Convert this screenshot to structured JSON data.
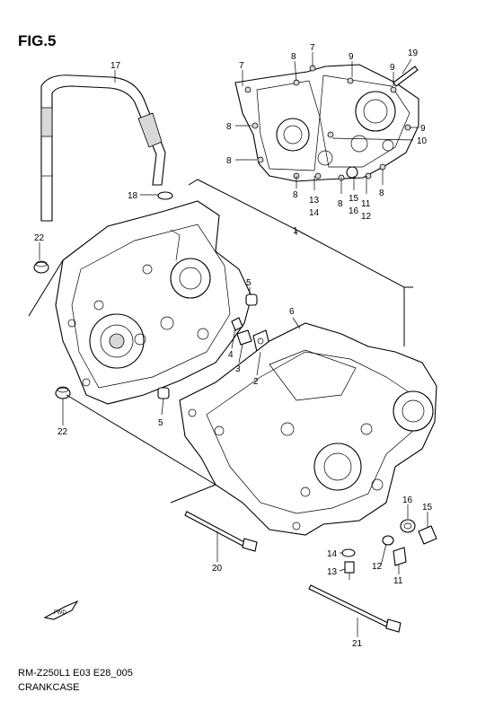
{
  "figure": {
    "title": "FIG.5",
    "code": "RM-Z250L1 E03 E28_005",
    "name": "CRANKCASE"
  },
  "callouts": [
    {
      "id": "c17",
      "label": "17"
    },
    {
      "id": "c7a",
      "label": "7"
    },
    {
      "id": "c8a",
      "label": "8"
    },
    {
      "id": "c7b",
      "label": "7"
    },
    {
      "id": "c9a",
      "label": "9"
    },
    {
      "id": "c19",
      "label": "19"
    },
    {
      "id": "c9b",
      "label": "9"
    },
    {
      "id": "c8b",
      "label": "8"
    },
    {
      "id": "c9c",
      "label": "9"
    },
    {
      "id": "c10",
      "label": "10"
    },
    {
      "id": "c8c",
      "label": "8"
    },
    {
      "id": "c8d",
      "label": "8"
    },
    {
      "id": "c13a",
      "label": "13"
    },
    {
      "id": "c14a",
      "label": "14"
    },
    {
      "id": "c8e",
      "label": "8"
    },
    {
      "id": "c15a",
      "label": "15"
    },
    {
      "id": "c16a",
      "label": "16"
    },
    {
      "id": "c11a",
      "label": "11"
    },
    {
      "id": "c12a",
      "label": "12"
    },
    {
      "id": "c8f",
      "label": "8"
    },
    {
      "id": "c18",
      "label": "18"
    },
    {
      "id": "c1",
      "label": "1"
    },
    {
      "id": "c22a",
      "label": "22"
    },
    {
      "id": "c5a",
      "label": "5"
    },
    {
      "id": "c6",
      "label": "6"
    },
    {
      "id": "c4",
      "label": "4"
    },
    {
      "id": "c3",
      "label": "3"
    },
    {
      "id": "c2",
      "label": "2"
    },
    {
      "id": "c5b",
      "label": "5"
    },
    {
      "id": "c22b",
      "label": "22"
    },
    {
      "id": "c16b",
      "label": "16"
    },
    {
      "id": "c15b",
      "label": "15"
    },
    {
      "id": "c14b",
      "label": "14"
    },
    {
      "id": "c12b",
      "label": "12"
    },
    {
      "id": "c11b",
      "label": "11"
    },
    {
      "id": "c13b",
      "label": "13"
    },
    {
      "id": "c20",
      "label": "20"
    },
    {
      "id": "c21",
      "label": "21"
    }
  ],
  "fwd_label": "FWD"
}
